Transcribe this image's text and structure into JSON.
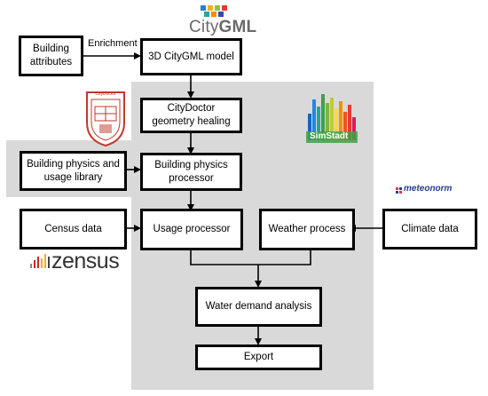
{
  "boxes": {
    "building_attributes": "Building attributes",
    "citygml_model": "3D CityGML model",
    "geometry_healing": "CityDoctor geometry healing",
    "physics_library": "Building physics and usage library",
    "physics_processor": "Building physics processor",
    "census_data": "Census data",
    "usage_processor": "Usage processor",
    "weather_process": "Weather process",
    "climate_data": "Climate data",
    "water_demand": "Water demand analysis",
    "export": "Export"
  },
  "labels": {
    "enrichment": "Enrichment"
  },
  "logos": {
    "citygml_city": "City",
    "citygml_gml": "GML",
    "simstadt": "SimStadt",
    "meteonorm": "meteonorm",
    "zensus": "zensus",
    "citydoctor": "CityDoctor"
  },
  "colors": {
    "panel_gray": "#d9d9d9",
    "citygml_text": "#6a6a6a",
    "meteonorm_blue": "#1f3f8f",
    "citydoctor_red": "#c0392b"
  }
}
